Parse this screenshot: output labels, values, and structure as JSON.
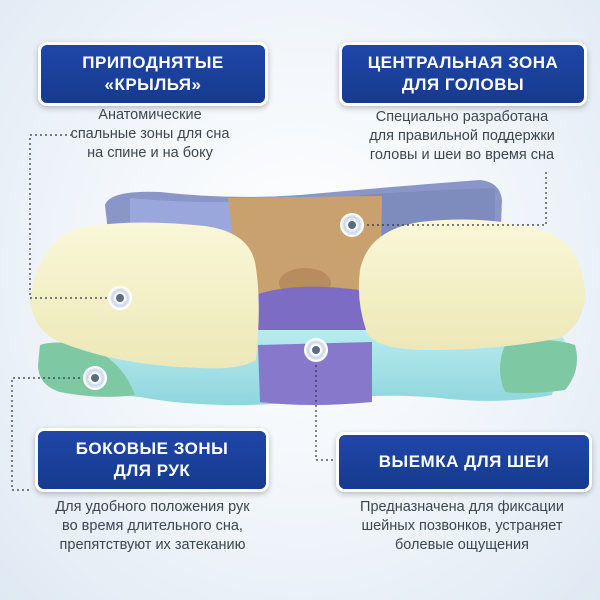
{
  "callouts": {
    "wings": {
      "title_line1": "ПРИПОДНЯТЫЕ",
      "title_line2": "«КРЫЛЬЯ»",
      "desc_line1": "Анатомические",
      "desc_line2": "спальные зоны для сна",
      "desc_line3": "на спине и на боку"
    },
    "head": {
      "title_line1": "ЦЕНТРАЛЬНАЯ ЗОНА",
      "title_line2": "ДЛЯ ГОЛОВЫ",
      "desc_line1": "Специально разработана",
      "desc_line2": "для правильной поддержки",
      "desc_line3": "головы и шеи во время сна"
    },
    "arms": {
      "title_line1": "БОКОВЫЕ ЗОНЫ",
      "title_line2": "ДЛЯ РУК",
      "desc_line1": "Для удобного положения рук",
      "desc_line2": "во время длительного сна,",
      "desc_line3": "препятствуют их затеканию"
    },
    "neck": {
      "title_line1": "ВЫЕМКА ДЛЯ ШЕИ",
      "desc_line1": "Предназначена для фиксации",
      "desc_line2": "шейных позвонков, устраняет",
      "desc_line3": "болевые ощущения"
    }
  },
  "colors": {
    "badge_blue": "#1c43a0",
    "pillow_cream": "#f4f1c8",
    "pillow_tan": "#c9a16f",
    "pillow_purple": "#7d6cc4",
    "pillow_aqua": "#a6e3e8",
    "pillow_green": "#7ec9a4",
    "pillow_grey_blue": "#8d9bd0"
  },
  "icons": {
    "hotspot": "target-dot-icon"
  }
}
